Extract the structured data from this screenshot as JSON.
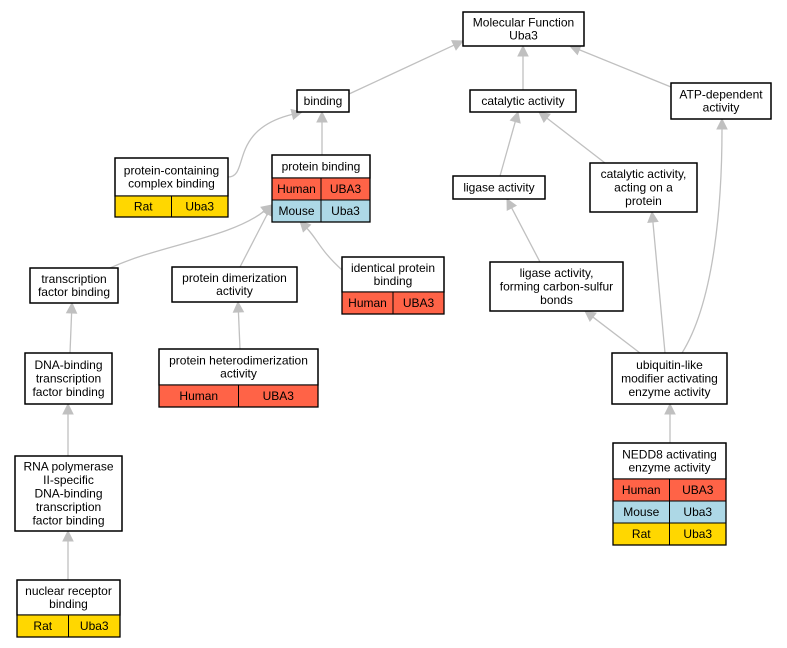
{
  "species_colors": {
    "Human": "#ff6347",
    "Mouse": "#add8e6",
    "Rat": "#ffd700"
  },
  "nodes": {
    "root": {
      "lines": [
        "Molecular Function",
        "Uba3"
      ],
      "species": []
    },
    "binding": {
      "lines": [
        "binding"
      ],
      "species": []
    },
    "catalytic": {
      "lines": [
        "catalytic activity"
      ],
      "species": []
    },
    "atp": {
      "lines": [
        "ATP-dependent",
        "activity"
      ],
      "species": []
    },
    "pcc": {
      "lines": [
        "protein-containing",
        "complex binding"
      ],
      "species": [
        [
          "Rat",
          "Uba3"
        ]
      ]
    },
    "pb": {
      "lines": [
        "protein binding"
      ],
      "species": [
        [
          "Human",
          "UBA3"
        ],
        [
          "Mouse",
          "Uba3"
        ]
      ]
    },
    "ligase": {
      "lines": [
        "ligase activity"
      ],
      "species": []
    },
    "caop": {
      "lines": [
        "catalytic activity,",
        "acting on a",
        "protein"
      ],
      "species": []
    },
    "tfb": {
      "lines": [
        "transcription",
        "factor binding"
      ],
      "species": []
    },
    "pda": {
      "lines": [
        "protein dimerization",
        "activity"
      ],
      "species": []
    },
    "ipb": {
      "lines": [
        "identical protein",
        "binding"
      ],
      "species": [
        [
          "Human",
          "UBA3"
        ]
      ]
    },
    "lcs": {
      "lines": [
        "ligase activity,",
        "forming carbon-sulfur",
        "bonds"
      ],
      "species": []
    },
    "dna": {
      "lines": [
        "DNA-binding",
        "transcription",
        "factor binding"
      ],
      "species": []
    },
    "phd": {
      "lines": [
        "protein heterodimerization",
        "activity"
      ],
      "species": [
        [
          "Human",
          "UBA3"
        ]
      ]
    },
    "ubl": {
      "lines": [
        "ubiquitin-like",
        "modifier activating",
        "enzyme activity"
      ],
      "species": []
    },
    "rnap": {
      "lines": [
        "RNA polymerase",
        "II-specific",
        "DNA-binding",
        "transcription",
        "factor binding"
      ],
      "species": []
    },
    "nedd8": {
      "lines": [
        "NEDD8 activating",
        "enzyme activity"
      ],
      "species": [
        [
          "Human",
          "UBA3"
        ],
        [
          "Mouse",
          "Uba3"
        ],
        [
          "Rat",
          "Uba3"
        ]
      ]
    },
    "nrb": {
      "lines": [
        "nuclear receptor",
        "binding"
      ],
      "species": [
        [
          "Rat",
          "Uba3"
        ]
      ]
    }
  },
  "edges": [
    [
      "binding",
      "root"
    ],
    [
      "catalytic",
      "root"
    ],
    [
      "atp",
      "root"
    ],
    [
      "pcc",
      "binding"
    ],
    [
      "pb",
      "binding"
    ],
    [
      "ligase",
      "catalytic"
    ],
    [
      "caop",
      "catalytic"
    ],
    [
      "tfb",
      "pb"
    ],
    [
      "pda",
      "pb"
    ],
    [
      "ipb",
      "pb"
    ],
    [
      "lcs",
      "ligase"
    ],
    [
      "dna",
      "tfb"
    ],
    [
      "phd",
      "pda"
    ],
    [
      "ubl",
      "lcs"
    ],
    [
      "ubl",
      "caop"
    ],
    [
      "ubl",
      "atp"
    ],
    [
      "rnap",
      "dna"
    ],
    [
      "nedd8",
      "ubl"
    ],
    [
      "nrb",
      "rnap"
    ]
  ]
}
